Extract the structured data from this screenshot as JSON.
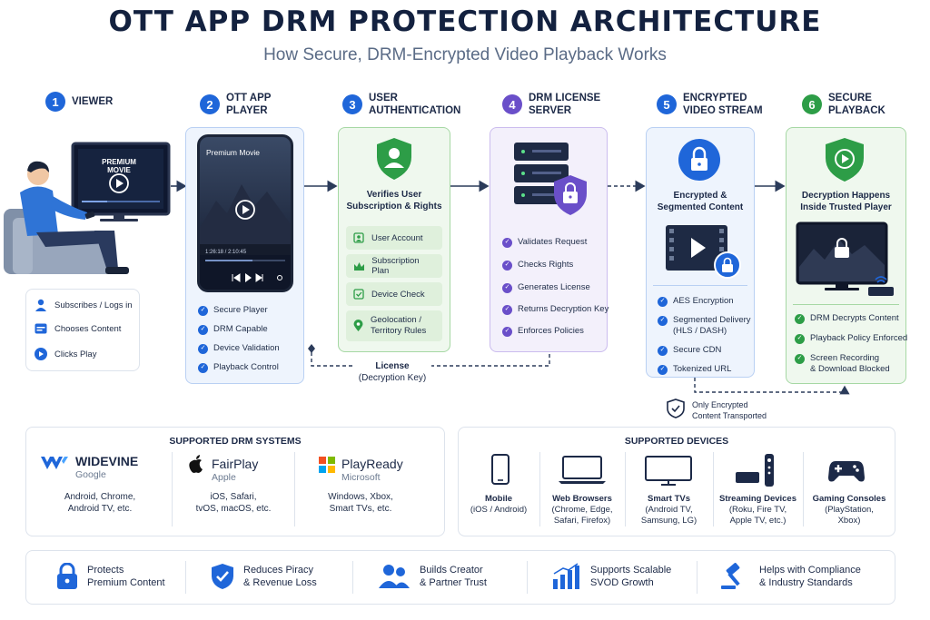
{
  "title": "OTT APP DRM PROTECTION ARCHITECTURE",
  "subtitle": "How Secure, DRM-Encrypted Video Playback Works",
  "steps": [
    {
      "num": "1",
      "label_1": "VIEWER",
      "label_2": ""
    },
    {
      "num": "2",
      "label_1": "OTT APP",
      "label_2": "PLAYER"
    },
    {
      "num": "3",
      "label_1": "USER",
      "label_2": "AUTHENTICATION"
    },
    {
      "num": "4",
      "label_1": "DRM LICENSE",
      "label_2": "SERVER"
    },
    {
      "num": "5",
      "label_1": "ENCRYPTED",
      "label_2": "VIDEO STREAM"
    },
    {
      "num": "6",
      "label_1": "SECURE",
      "label_2": "PLAYBACK"
    }
  ],
  "viewer": {
    "tv_text": "PREMIUM MOVIE",
    "actions": [
      "Subscribes / Logs in",
      "Chooses Content",
      "Clicks Play"
    ]
  },
  "player": {
    "screen_title": "Premium Movie",
    "time": "1:26:18 / 2:10:45",
    "features": [
      "Secure Player",
      "DRM Capable",
      "Device Validation",
      "Playback Control"
    ]
  },
  "auth": {
    "heading_1": "Verifies User",
    "heading_2": "Subscription & Rights",
    "items": [
      "User Account",
      "Subscription Plan",
      "Device Check",
      "Geolocation /",
      "Territory Rules"
    ]
  },
  "license_server": {
    "items": [
      "Validates Request",
      "Checks Rights",
      "Generates License",
      "Returns Decryption Key",
      "Enforces Policies"
    ]
  },
  "license_path": {
    "line_1": "License",
    "line_2": "(Decryption Key)"
  },
  "stream": {
    "heading_1": "Encrypted &",
    "heading_2": "Segmented Content",
    "items": [
      "AES Encryption",
      "Segmented Delivery",
      "(HLS / DASH)",
      "Secure CDN",
      "Tokenized URL"
    ],
    "note_1": "Only Encrypted",
    "note_2": "Content Transported"
  },
  "playback": {
    "heading_1": "Decryption Happens",
    "heading_2": "Inside Trusted Player",
    "items": [
      "DRM Decrypts Content",
      "Playback Policy Enforced",
      "Screen Recording",
      "& Download Blocked"
    ]
  },
  "drm_systems": {
    "title": "SUPPORTED DRM SYSTEMS",
    "systems": [
      {
        "name": "WIDEVINE",
        "vendor": "Google",
        "platforms_1": "Android, Chrome,",
        "platforms_2": "Android TV, etc."
      },
      {
        "name": "FairPlay",
        "vendor": "Apple",
        "platforms_1": "iOS, Safari,",
        "platforms_2": "tvOS, macOS, etc."
      },
      {
        "name": "PlayReady",
        "vendor": "Microsoft",
        "platforms_1": "Windows, Xbox,",
        "platforms_2": "Smart TVs, etc."
      }
    ]
  },
  "devices": {
    "title": "SUPPORTED DEVICES",
    "list": [
      {
        "name": "Mobile",
        "sub_1": "(iOS / Android)",
        "sub_2": "",
        "sub_3": ""
      },
      {
        "name": "Web Browsers",
        "sub_1": "(Chrome, Edge,",
        "sub_2": "Safari, Firefox)",
        "sub_3": ""
      },
      {
        "name": "Smart TVs",
        "sub_1": "(Android TV,",
        "sub_2": "Samsung, LG)",
        "sub_3": ""
      },
      {
        "name": "Streaming Devices",
        "sub_1": "(Roku, Fire TV,",
        "sub_2": "Apple TV, etc.)",
        "sub_3": ""
      },
      {
        "name": "Gaming Consoles",
        "sub_1": "(PlayStation,",
        "sub_2": "Xbox)",
        "sub_3": ""
      }
    ]
  },
  "benefits": [
    {
      "line_1": "Protects",
      "line_2": "Premium Content"
    },
    {
      "line_1": "Reduces Piracy",
      "line_2": "& Revenue Loss"
    },
    {
      "line_1": "Builds Creator",
      "line_2": "& Partner Trust"
    },
    {
      "line_1": "Supports Scalable",
      "line_2": "SVOD Growth"
    },
    {
      "line_1": "Helps with Compliance",
      "line_2": "& Industry Standards"
    }
  ],
  "colors": {
    "blue": "#1f66d9",
    "green": "#2d9d47",
    "purple": "#6a4fc9",
    "navy": "#13213f"
  }
}
